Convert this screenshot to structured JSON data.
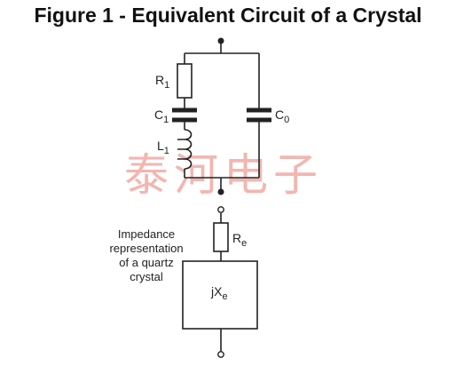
{
  "title": "Figure 1 - Equivalent Circuit of a Crystal",
  "components": {
    "r1": {
      "name": "R",
      "sub": "1"
    },
    "c1": {
      "name": "C",
      "sub": "1"
    },
    "l1": {
      "name": "L",
      "sub": "1"
    },
    "c0": {
      "name": "C",
      "sub": "0"
    },
    "re": {
      "name": "R",
      "sub": "e"
    },
    "jxe": {
      "name": "jX",
      "sub": "e"
    }
  },
  "note_lines": [
    "Impedance",
    "representation",
    "of a quartz",
    "crystal"
  ],
  "watermark": "泰河电子",
  "colors": {
    "line": "#222222",
    "watermark": "#f2b6b0"
  }
}
